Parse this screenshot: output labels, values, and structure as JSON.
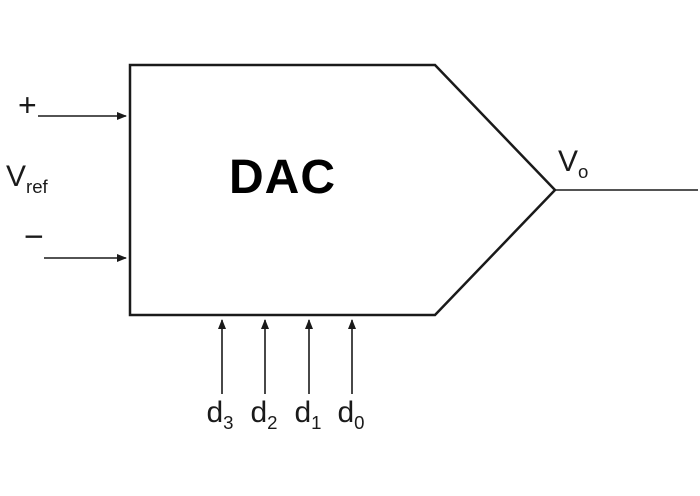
{
  "diagram": {
    "block_label": "DAC",
    "ref_input": {
      "plus_sign": "+",
      "minus_sign": "−",
      "label_base": "V",
      "label_sub": "ref"
    },
    "output": {
      "label_base": "V",
      "label_sub": "o"
    },
    "digital_inputs": [
      {
        "base": "d",
        "sub": "3"
      },
      {
        "base": "d",
        "sub": "2"
      },
      {
        "base": "d",
        "sub": "1"
      },
      {
        "base": "d",
        "sub": "0"
      }
    ]
  }
}
